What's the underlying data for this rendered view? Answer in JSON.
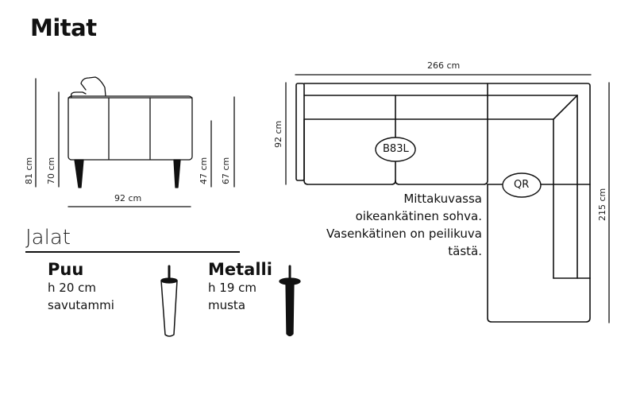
{
  "title": "Mitat",
  "side_view": {
    "dimensions": {
      "total_height": "81 cm",
      "back_height": "70 cm",
      "seat_height": "47 cm",
      "arm_height": "67 cm",
      "depth": "92 cm"
    }
  },
  "top_view": {
    "dimensions": {
      "width": "266 cm",
      "depth": "92 cm",
      "chaise_length": "215 cm"
    },
    "modules": [
      {
        "label": "B83L"
      },
      {
        "label": "QR"
      }
    ],
    "note_lines": [
      "Mittakuvassa",
      "oikeankätinen sohva.",
      "Vasenkätinen on peilikuva",
      "tästä."
    ]
  },
  "legs": {
    "heading": "Jalat",
    "options": [
      {
        "name": "Puu",
        "height": "h 20 cm",
        "finish": "savutammi",
        "icon": "wooden-leg-icon"
      },
      {
        "name": "Metalli",
        "height": "h 19 cm",
        "finish": "musta",
        "icon": "metal-leg-icon"
      }
    ]
  },
  "colors": {
    "line": "#111111",
    "background": "#ffffff"
  }
}
